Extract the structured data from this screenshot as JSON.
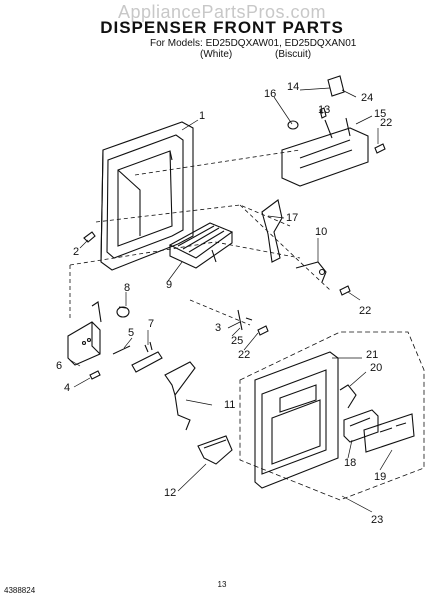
{
  "header": {
    "watermark": "AppliancePartsPros.com",
    "title": "DISPENSER FRONT PARTS",
    "models": "For Models: ED25DQXAW01, ED25DQXAN01",
    "color_a": "(White)",
    "color_b": "(Biscuit)"
  },
  "callouts": [
    "1",
    "2",
    "3",
    "4",
    "5",
    "6",
    "7",
    "8",
    "9",
    "10",
    "11",
    "12",
    "13",
    "14",
    "15",
    "16",
    "17",
    "18",
    "19",
    "20",
    "21",
    "22",
    "22",
    "22",
    "23",
    "24",
    "25"
  ],
  "footer": {
    "doc_number": "4388824",
    "page_number": "13"
  }
}
